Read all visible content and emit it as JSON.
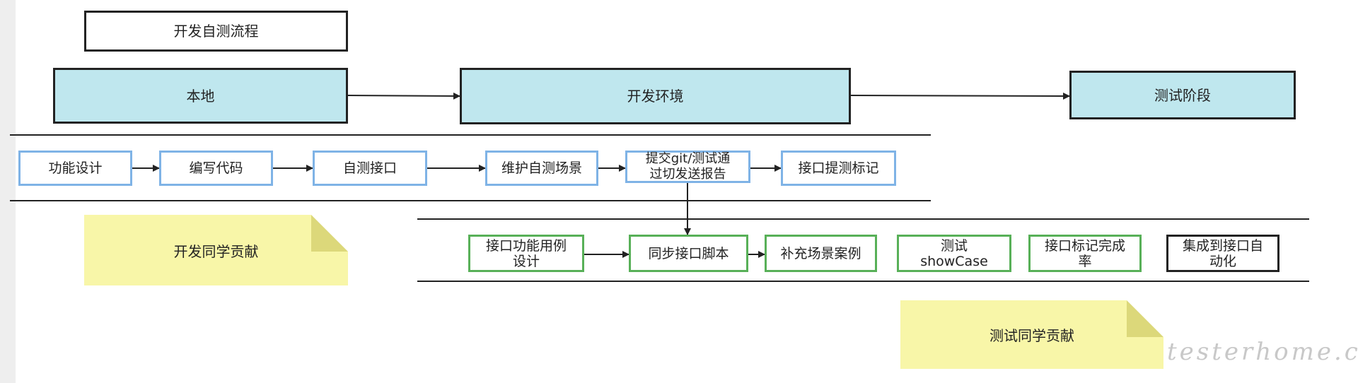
{
  "title": "开发自测流程",
  "stages": {
    "local": "本地",
    "dev_env": "开发环境",
    "test_phase": "测试阶段"
  },
  "dev_steps": {
    "step1": "功能设计",
    "step2": "编写代码",
    "step3": "自测接口",
    "step4": "维护自测场景",
    "step5": "提交git/测试通\n过切发送报告",
    "step6": "接口提测标记"
  },
  "test_steps": {
    "step1": "接口功能用例\n设计",
    "step2": "同步接口脚本",
    "step3": "补充场景案例",
    "step4": "测试\nshowCase",
    "step5": "接口标记完成\n率",
    "step6": "集成到接口自\n动化"
  },
  "notes": {
    "dev_contribution": "开发同学贡献",
    "test_contribution": "测试同学贡献"
  },
  "watermark": "testerhome.com"
}
